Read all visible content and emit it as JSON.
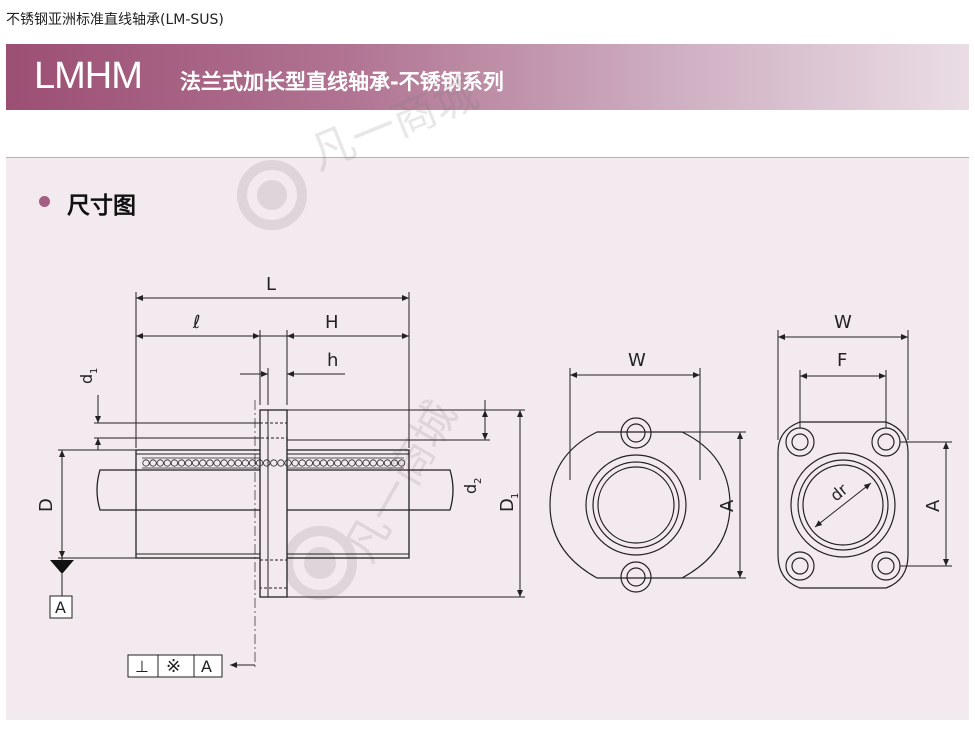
{
  "breadcrumb": "不锈钢亚洲标准直线轴承(LM-SUS)",
  "header": {
    "model": "LMHM",
    "subtitle": "法兰式加长型直线轴承-不锈钢系列"
  },
  "section": {
    "title": "尺寸图"
  },
  "diagram": {
    "labels": {
      "L": "L",
      "ell": "ℓ",
      "H": "H",
      "h": "h",
      "d1": "d",
      "d1_sub": "1",
      "D": "D",
      "d2": "d",
      "d2_sub": "2",
      "D1": "D",
      "D1_sub": "1",
      "datum_A": "A",
      "W_front": "W",
      "A_front": "A",
      "W_right": "W",
      "F": "F",
      "dr": "dr",
      "A_right": "A"
    },
    "tolerance_frame": [
      "⊥",
      "※",
      "A"
    ]
  },
  "watermark": "凡一商城",
  "colors": {
    "banner_start": "#9c4f73",
    "banner_end": "#eadde5",
    "panel_bg": "#f3eaef",
    "accent": "#a35e81"
  }
}
